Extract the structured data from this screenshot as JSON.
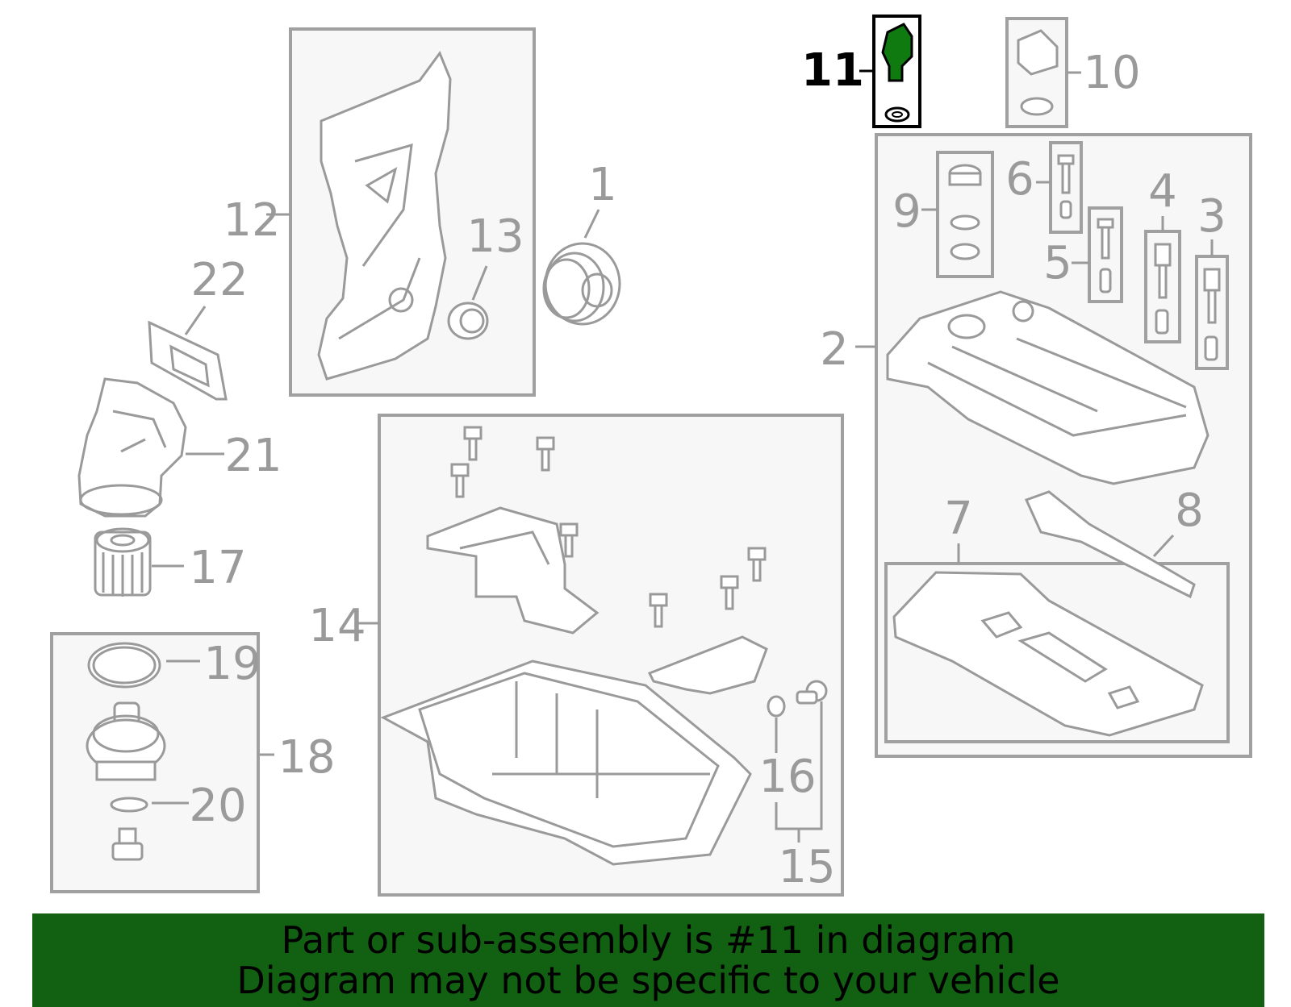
{
  "diagram": {
    "highlight_color": "#0f7a0f",
    "highlighted_callout": "11",
    "callouts": [
      {
        "id": "1",
        "label": "1"
      },
      {
        "id": "2",
        "label": "2"
      },
      {
        "id": "3",
        "label": "3"
      },
      {
        "id": "4",
        "label": "4"
      },
      {
        "id": "5",
        "label": "5"
      },
      {
        "id": "6",
        "label": "6"
      },
      {
        "id": "7",
        "label": "7"
      },
      {
        "id": "8",
        "label": "8"
      },
      {
        "id": "9",
        "label": "9"
      },
      {
        "id": "10",
        "label": "10"
      },
      {
        "id": "11",
        "label": "11"
      },
      {
        "id": "12",
        "label": "12"
      },
      {
        "id": "13",
        "label": "13"
      },
      {
        "id": "14",
        "label": "14"
      },
      {
        "id": "15",
        "label": "15"
      },
      {
        "id": "16",
        "label": "16"
      },
      {
        "id": "17",
        "label": "17"
      },
      {
        "id": "18",
        "label": "18"
      },
      {
        "id": "19",
        "label": "19"
      },
      {
        "id": "20",
        "label": "20"
      },
      {
        "id": "21",
        "label": "21"
      },
      {
        "id": "22",
        "label": "22"
      }
    ]
  },
  "banner": {
    "color": "#126012",
    "line1": "Part or sub-assembly is #11 in diagram",
    "line2": "Diagram may not be specific to your vehicle"
  }
}
